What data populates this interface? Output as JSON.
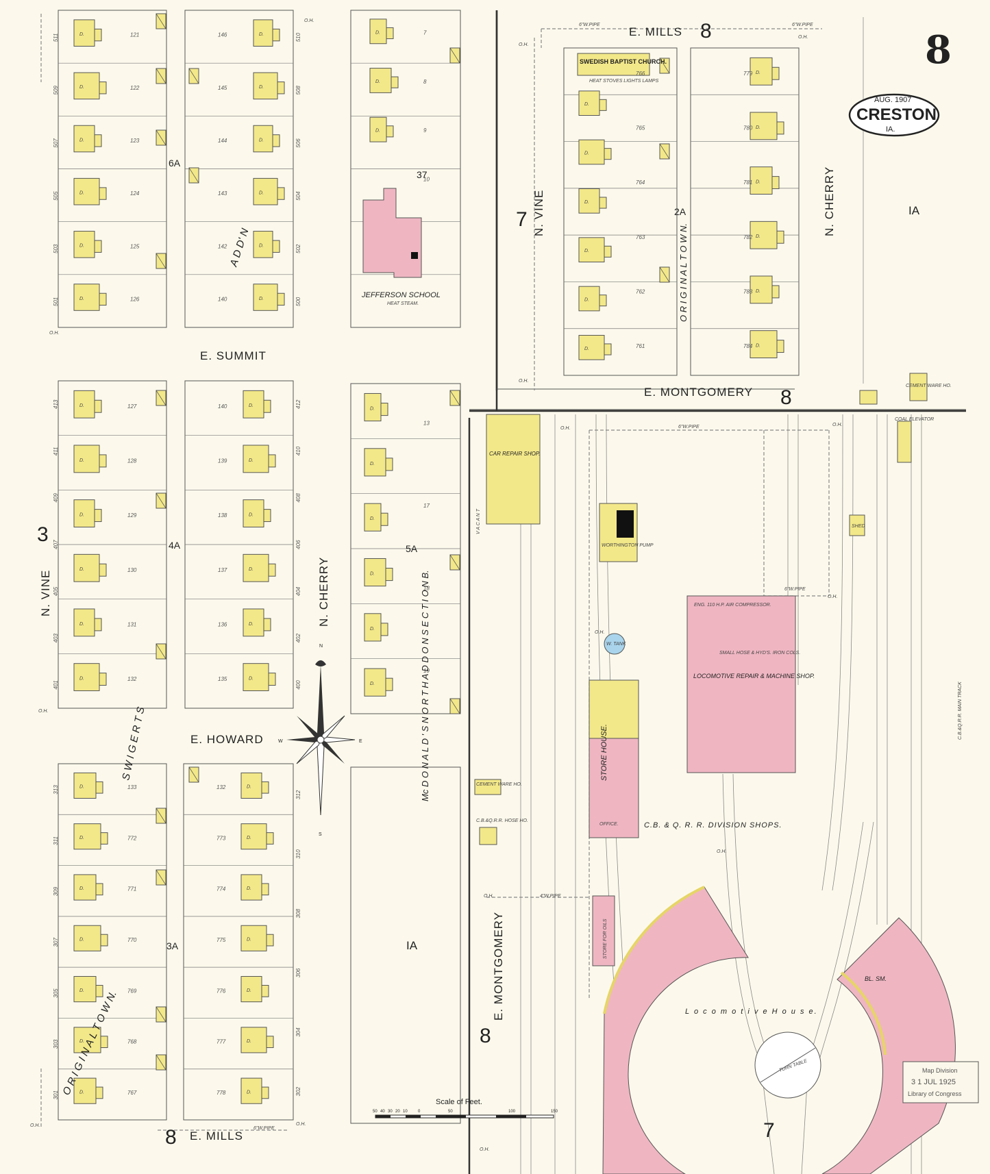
{
  "sheet_number": "8",
  "title": {
    "date": "AUG. 1907",
    "city": "CRESTON",
    "state": "IA."
  },
  "streets": {
    "e_summit": "E. SUMMIT",
    "e_howard": "E. HOWARD",
    "e_mills_top": "E. MILLS",
    "e_mills_bottom": "E. MILLS",
    "e_montgomery_h": "E. MONTGOMERY",
    "e_montgomery_v": "E. MONTGOMERY",
    "n_vine_left": "N. VINE",
    "n_vine_right": "N. VINE",
    "n_cherry_mid": "N. CHERRY",
    "n_cherry_right": "N. CHERRY"
  },
  "additions": {
    "swingerts": "S W I G E R T S",
    "add_n": "A D D' N",
    "original_town_left": "O R I G I N A L   T O W N.",
    "original_town_right": "O R I G I N A L   T O W N.",
    "mcdonald": "Mc D O N A L D ' S   N O R T H   A D D O N   S E C T I O N   B.",
    "vacant": "V A C A N T"
  },
  "sheet_refs": {
    "r6a": "6A",
    "r4a": "4A",
    "r3a": "3A",
    "r5a": "5A",
    "r2a": "2A",
    "r37": "37",
    "r3": "3",
    "r7_top": "7",
    "r8_top": "8",
    "r8_mont": "8",
    "r8_bottom": "8",
    "r8_mont_v": "8",
    "r7_bottom": "7",
    "ia_right": "IA",
    "ia_mid": "IA"
  },
  "buildings": {
    "jefferson_school": "JEFFERSON SCHOOL",
    "jefferson_note": "HEAT STEAM.",
    "church": "SWEDISH BAPTIST CHURCH.",
    "church_note": "HEAT STOVES LIGHTS LAMPS",
    "car_repair": "CAR REPAIR SHOP.",
    "store_house": "STORE HOUSE.",
    "office": "OFFICE.",
    "loco_repair": "LOCOMOTIVE REPAIR & MACHINE SHOP.",
    "loco_note1": "ENG. 110 H.P. AIR COMPRESSOR.",
    "loco_note2": "SMALL HOSE & HYD'S. IRON COLS.",
    "division": "C.B. & Q. R. R. DIVISION SHOPS.",
    "loco_house": "L o c o m o t i v e   H o u s e.",
    "bl_sm": "BL. SM.",
    "turn_table": "TURN TABLE",
    "coal_elev": "COAL ELEVATOR",
    "cement_ware_right": "CEMENT WARE HO.",
    "cement_ware_left": "CEMENT WARE HO.",
    "shed": "SHED",
    "w_tank": "W. TANK",
    "pump": "WORTHINGTON PUMP",
    "hose_ho": "C.B.&Q.R.R. HOSE HO.",
    "store_for_oils": "STORE FOR OILS"
  },
  "labels": {
    "dwelling": "D.",
    "oh": "O.H.",
    "pipe6": "6\"W.PIPE",
    "pipe4": "4\"W.PIPE",
    "main_track": "C.B.&Q.R.R. MAIN TRACK"
  },
  "scale": {
    "label": "Scale of Feet.",
    "ticks": [
      "50",
      "40",
      "30",
      "20",
      "10",
      "0",
      "50",
      "100",
      "150"
    ]
  },
  "stamp": {
    "line1": "Map Division",
    "line2": "3 1 JUL 1925",
    "line3": "Library of Congress"
  },
  "lot_numbers": {
    "col1": [
      "121",
      "122",
      "123",
      "124",
      "125",
      "126",
      "127",
      "128",
      "129",
      "130",
      "131",
      "132",
      "133",
      "772",
      "771",
      "770",
      "769",
      "768",
      "767"
    ],
    "col2": [
      "146",
      "145",
      "144",
      "143",
      "142",
      "140",
      "140",
      "139",
      "138",
      "137",
      "136",
      "135",
      "132",
      "773",
      "774",
      "775",
      "776",
      "777",
      "778"
    ],
    "col3": [
      "7",
      "8",
      "9",
      "10",
      "13",
      "17",
      "18",
      "19"
    ],
    "col4": [
      "766",
      "765",
      "764",
      "763",
      "762",
      "761",
      "779",
      "780",
      "781",
      "782",
      "783",
      "784"
    ]
  },
  "house_numbers": {
    "a": [
      "511",
      "509",
      "507",
      "505",
      "503",
      "501",
      "413",
      "411",
      "409",
      "407",
      "405",
      "403",
      "401",
      "313",
      "311",
      "309",
      "307",
      "305",
      "303",
      "301"
    ],
    "b": [
      "510",
      "508",
      "506",
      "504",
      "502",
      "500",
      "412",
      "410",
      "408",
      "406",
      "404",
      "402",
      "400",
      "312",
      "310",
      "308",
      "306",
      "304",
      "302"
    ]
  },
  "compass": {
    "n": "N",
    "s": "S",
    "e": "E",
    "w": "W"
  }
}
